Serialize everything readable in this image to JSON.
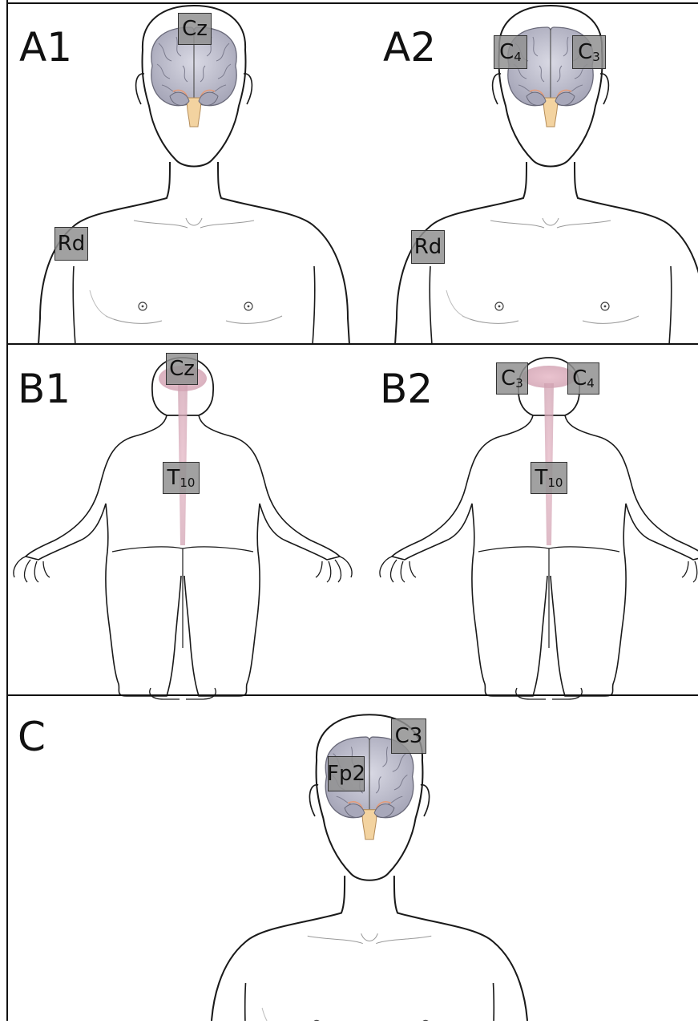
{
  "panels": {
    "a1": {
      "label": "A1",
      "electrodes": [
        {
          "base": "Cz",
          "sub": ""
        },
        {
          "base": "Rd",
          "sub": ""
        }
      ]
    },
    "a2": {
      "label": "A2",
      "electrodes": [
        {
          "base": "C",
          "sub": "4"
        },
        {
          "base": "C",
          "sub": "3"
        },
        {
          "base": "Rd",
          "sub": ""
        }
      ]
    },
    "b1": {
      "label": "B1",
      "electrodes": [
        {
          "base": "Cz",
          "sub": ""
        },
        {
          "base": "T",
          "sub": "10"
        }
      ]
    },
    "b2": {
      "label": "B2",
      "electrodes": [
        {
          "base": "C",
          "sub": "3"
        },
        {
          "base": "C",
          "sub": "4"
        },
        {
          "base": "T",
          "sub": "10"
        }
      ]
    },
    "c": {
      "label": "C",
      "electrodes": [
        {
          "base": "C3",
          "sub": ""
        },
        {
          "base": "Fp2",
          "sub": ""
        }
      ]
    }
  },
  "colors": {
    "outline": "#1a1a1a",
    "brain": "#b9b9c8",
    "brainstem": "#f3d3a0",
    "spinal": "#d8a8b8",
    "electrode": "#919191"
  }
}
